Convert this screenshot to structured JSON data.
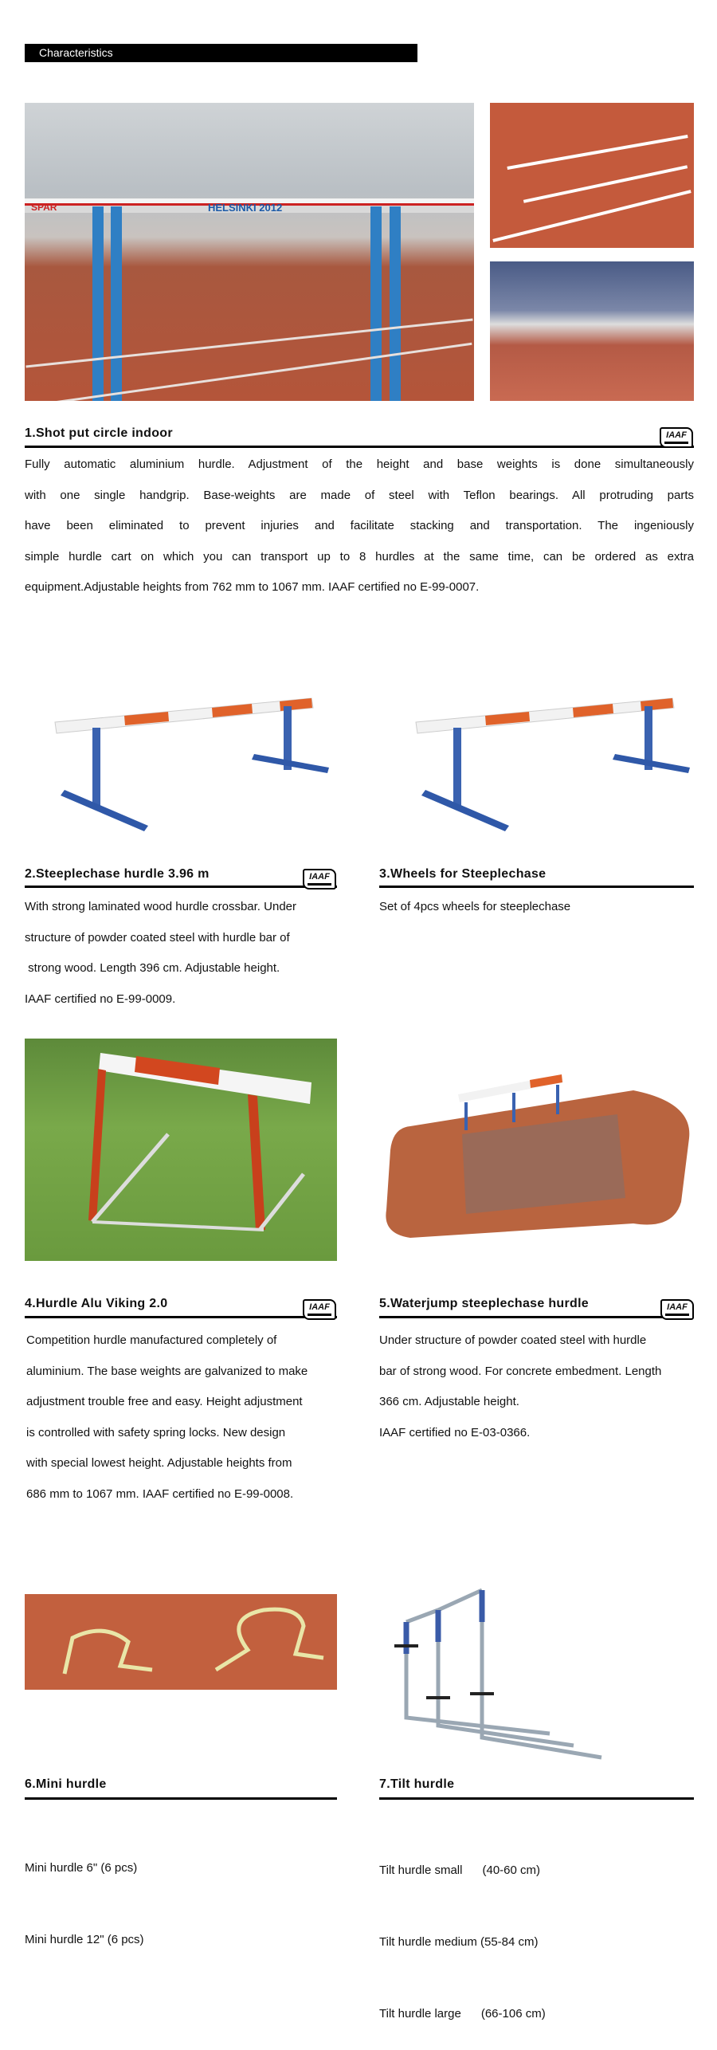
{
  "header": {
    "title": "Characteristics"
  },
  "photos": {
    "banner_text": "HELSINKI 2012",
    "sponsor": "SPAR"
  },
  "iaaf_badge": "IAAF",
  "sections": [
    {
      "title": "1.Shot put circle indoor",
      "lines": [
        "Fully automatic aluminium hurdle. Adjustment of the height and base weights is done simultaneously",
        "with  one single handgrip. Base-weights are made of steel  with Teflon bearings. All protruding parts",
        "have been  eliminated to prevent injuries and facilitate stacking and transportation. The ingeniously",
        "simple hurdle cart on which you can transport up to 8 hurdles at the same time, can be ordered as extra",
        "equipment.Adjustable heights from 762 mm to 1067 mm. IAAF certified no E-99-0007."
      ]
    },
    {
      "title": "2.Steeplechase hurdle 3.96 m",
      "lines": [
        "With strong laminated wood hurdle crossbar. Under",
        "structure of powder coated steel with hurdle bar of",
        " strong wood. Length 396 cm. Adjustable height.",
        "IAAF certified no E-99-0009."
      ]
    },
    {
      "title": "3.Wheels for Steeplechase",
      "lines": [
        "Set of 4pcs wheels for steeplechase"
      ]
    },
    {
      "title": "4.Hurdle Alu Viking 2.0",
      "lines": [
        "Competition hurdle manufactured completely of",
        "aluminium. The base weights are galvanized to make",
        "adjustment trouble free and easy. Height adjustment",
        "is controlled with safety spring locks. New design",
        "with special lowest height. Adjustable heights from",
        "686 mm to 1067 mm. IAAF certified no E-99-0008."
      ]
    },
    {
      "title": "5.Waterjump steeplechase hurdle",
      "lines": [
        "Under structure of powder coated steel with hurdle",
        "bar of strong wood. For concrete embedment. Length",
        "366 cm. Adjustable height.",
        "IAAF certified no E-03-0366."
      ]
    },
    {
      "title": "6.Mini hurdle",
      "lines": [
        "Mini hurdle 6\" (6 pcs)",
        "Mini hurdle 12\" (6 pcs)"
      ]
    },
    {
      "title": "7.Tilt hurdle",
      "lines": [
        "Tilt hurdle small      (40-60 cm)",
        "Tilt hurdle medium (55-84 cm)",
        "Tilt hurdle large      (66-106 cm)"
      ]
    }
  ]
}
